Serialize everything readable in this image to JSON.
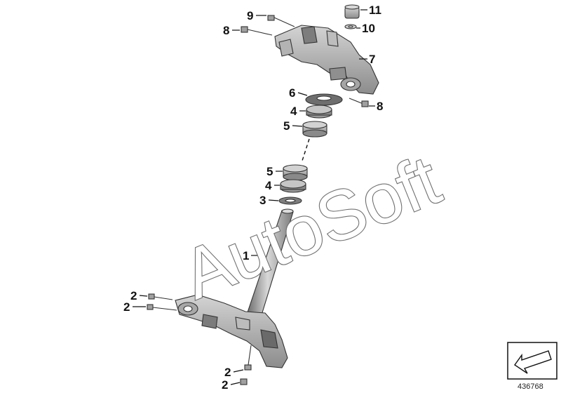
{
  "watermark": "AutoSoft",
  "document_number": "436768",
  "callouts": [
    {
      "label": "9"
    },
    {
      "label": "8"
    },
    {
      "label": "11"
    },
    {
      "label": "10"
    },
    {
      "label": "7"
    },
    {
      "label": "6"
    },
    {
      "label": "8"
    },
    {
      "label": "4"
    },
    {
      "label": "5"
    },
    {
      "label": "5"
    },
    {
      "label": "4"
    },
    {
      "label": "3"
    },
    {
      "label": "1"
    },
    {
      "label": "2"
    },
    {
      "label": "2"
    },
    {
      "label": "2"
    },
    {
      "label": "2"
    }
  ],
  "colors": {
    "metal_light": "#c8c8c8",
    "metal_mid": "#9a9a9a",
    "metal_dark": "#5e5e5e",
    "outline": "#333333",
    "watermark_stroke": "#6f6f6f"
  },
  "icons": {
    "orientation_arrow": "orientation-arrow-icon"
  }
}
